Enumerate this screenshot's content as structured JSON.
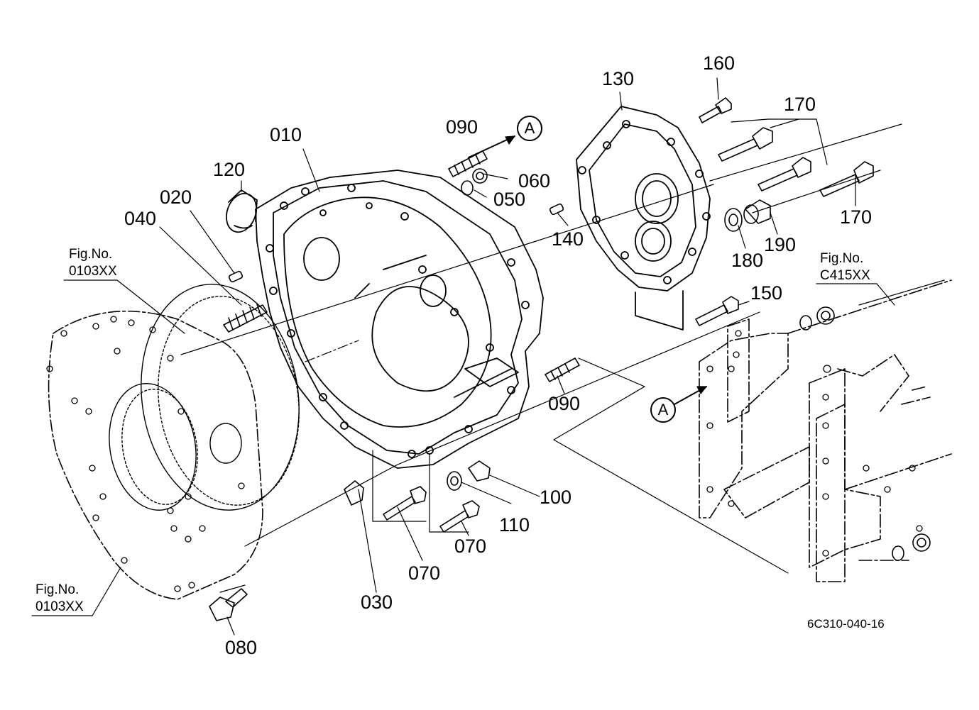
{
  "parts": [
    {
      "id": "p010",
      "label": "010"
    },
    {
      "id": "p020",
      "label": "020"
    },
    {
      "id": "p030",
      "label": "030"
    },
    {
      "id": "p040",
      "label": "040"
    },
    {
      "id": "p050",
      "label": "050"
    },
    {
      "id": "p060",
      "label": "060"
    },
    {
      "id": "p070a",
      "label": "070"
    },
    {
      "id": "p070b",
      "label": "070"
    },
    {
      "id": "p080",
      "label": "080"
    },
    {
      "id": "p090a",
      "label": "090"
    },
    {
      "id": "p090b",
      "label": "090"
    },
    {
      "id": "p100",
      "label": "100"
    },
    {
      "id": "p110",
      "label": "110"
    },
    {
      "id": "p120",
      "label": "120"
    },
    {
      "id": "p130",
      "label": "130"
    },
    {
      "id": "p140",
      "label": "140"
    },
    {
      "id": "p150",
      "label": "150"
    },
    {
      "id": "p160",
      "label": "160"
    },
    {
      "id": "p170a",
      "label": "170"
    },
    {
      "id": "p170b",
      "label": "170"
    },
    {
      "id": "p180",
      "label": "180"
    },
    {
      "id": "p190",
      "label": "190"
    }
  ],
  "figure_refs": {
    "top_left": {
      "line1": "Fig.No.",
      "line2": "0103XX"
    },
    "bottom_left": {
      "line1": "Fig.No.",
      "line2": "0103XX"
    },
    "right": {
      "line1": "Fig.No.",
      "line2": "C415XX"
    }
  },
  "connector_marks": {
    "upper": "A",
    "lower": "A"
  },
  "drawing_code": "6C310-040-16"
}
